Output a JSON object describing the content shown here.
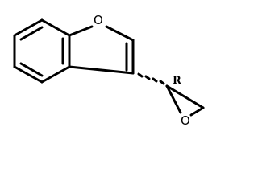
{
  "molecule": {
    "atom_labels": {
      "benzofuran_oxygen": "O",
      "epoxide_oxygen": "O"
    },
    "stereo_descriptor": "R"
  },
  "colors": {
    "bond": "#000000",
    "text": "#000000",
    "background": "#ffffff"
  }
}
